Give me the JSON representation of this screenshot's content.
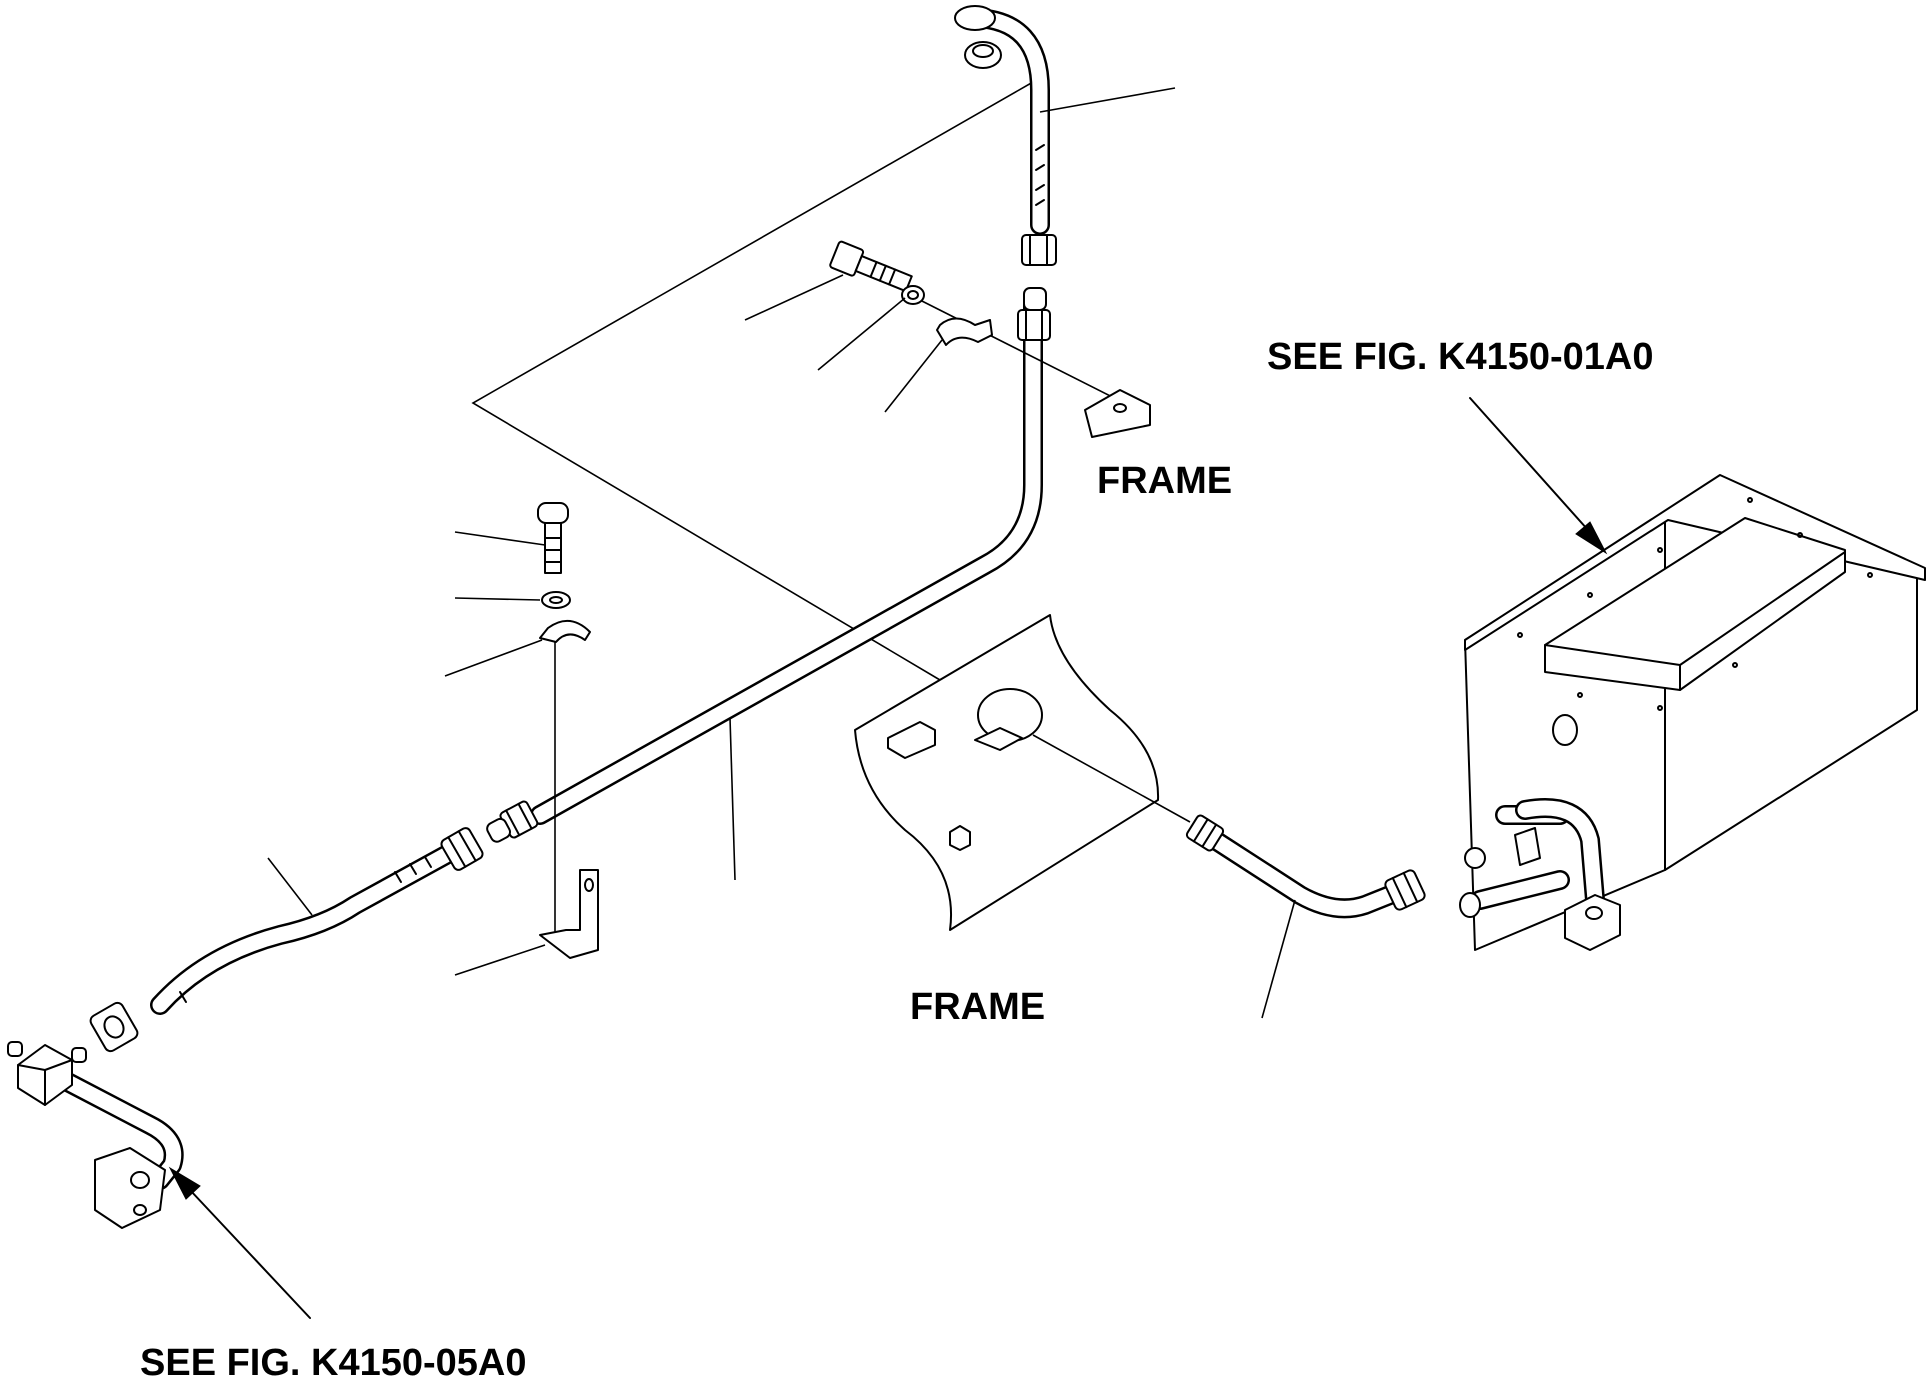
{
  "labels": {
    "frame_upper": "FRAME",
    "frame_lower": "FRAME",
    "ref_tank": "SEE FIG. K4150-01A0",
    "ref_pump": "SEE FIG. K4150-05A0"
  },
  "colors": {
    "ink": "#000000",
    "paper": "#ffffff"
  }
}
